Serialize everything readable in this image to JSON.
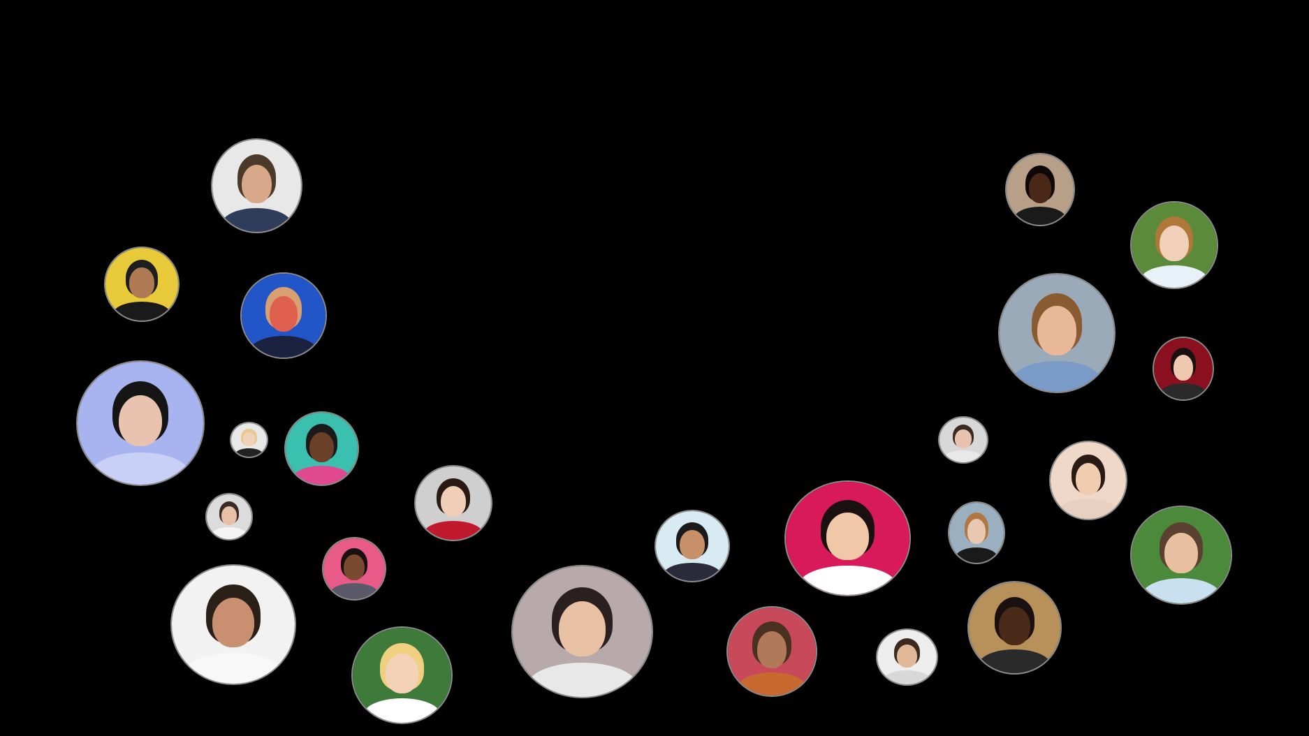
{
  "avatars": [
    {
      "name": "avatar-1",
      "bg": "#e8e8e8",
      "skin": "#d9a88a",
      "hair": "#4a3a2a",
      "shirt": "#2f3c5a"
    },
    {
      "name": "avatar-2",
      "bg": "#e7c93a",
      "skin": "#b07a55",
      "hair": "#1e1e1e",
      "shirt": "#1a1a1a"
    },
    {
      "name": "avatar-3",
      "bg": "#2255c8",
      "skin": "#e06050",
      "hair": "#d8a070",
      "shirt": "#1a2240"
    },
    {
      "name": "avatar-4",
      "bg": "#a8b4f0",
      "skin": "#e9c3b0",
      "hair": "#151515",
      "shirt": "#c8d0f8"
    },
    {
      "name": "avatar-5",
      "bg": "#e8e8e8",
      "skin": "#f0d2b8",
      "hair": "#e8c890",
      "shirt": "#222222"
    },
    {
      "name": "avatar-6",
      "bg": "#3bc0b0",
      "skin": "#6a4028",
      "hair": "#1a1a1a",
      "shirt": "#e04890"
    },
    {
      "name": "avatar-7",
      "bg": "#dcdcdc",
      "skin": "#e8c0a8",
      "hair": "#3a2a22",
      "shirt": "#f4f4f4"
    },
    {
      "name": "avatar-8",
      "bg": "#cfcfcf",
      "skin": "#f0cfb8",
      "hair": "#2a1a14",
      "shirt": "#c0182c"
    },
    {
      "name": "avatar-9",
      "bg": "#e85a88",
      "skin": "#7a4a30",
      "hair": "#1a1010",
      "shirt": "#5a5a6a"
    },
    {
      "name": "avatar-10",
      "bg": "#f2f2f2",
      "skin": "#c89070",
      "hair": "#2a2018",
      "shirt": "#f8f8f8"
    },
    {
      "name": "avatar-11",
      "bg": "#3e7a3a",
      "skin": "#f4d2b8",
      "hair": "#f0d080",
      "shirt": "#ffffff"
    },
    {
      "name": "avatar-12",
      "bg": "#b8aaaa",
      "skin": "#e8c0a4",
      "hair": "#2a2020",
      "shirt": "#e8e8e8"
    },
    {
      "name": "avatar-13",
      "bg": "#d8eaf2",
      "skin": "#c89068",
      "hair": "#1a1a1a",
      "shirt": "#2a2a3a"
    },
    {
      "name": "avatar-14",
      "bg": "#c84a5a",
      "skin": "#b07a5a",
      "hair": "#4a3020",
      "shirt": "#c86a30"
    },
    {
      "name": "avatar-15",
      "bg": "#d81a5a",
      "skin": "#f0c8a8",
      "hair": "#1a1010",
      "shirt": "#ffffff"
    },
    {
      "name": "avatar-16",
      "bg": "#eeeeee",
      "skin": "#e0b898",
      "hair": "#3a2a20",
      "shirt": "#d8d8d8"
    },
    {
      "name": "avatar-17",
      "bg": "#b8905a",
      "skin": "#4a2a18",
      "hair": "#1a1010",
      "shirt": "#2a2a2a"
    },
    {
      "name": "avatar-18",
      "bg": "#9ab0c0",
      "skin": "#e8c8b0",
      "hair": "#b07840",
      "shirt": "#1a1a1a"
    },
    {
      "name": "avatar-19",
      "bg": "#d8d8d8",
      "skin": "#e8c4b0",
      "hair": "#3a2a20",
      "shirt": "#e8e8e8"
    },
    {
      "name": "avatar-20",
      "bg": "#f0d8c8",
      "skin": "#f0ccb0",
      "hair": "#2a1a14",
      "shirt": "#e8d0c0"
    },
    {
      "name": "avatar-21",
      "bg": "#4a8a3a",
      "skin": "#e8c0a0",
      "hair": "#5a4030",
      "shirt": "#c8e0f0"
    },
    {
      "name": "avatar-22",
      "bg": "#b8a088",
      "skin": "#4a2818",
      "hair": "#0e0808",
      "shirt": "#1a1a1a"
    },
    {
      "name": "avatar-23",
      "bg": "#9aaab8",
      "skin": "#e8b898",
      "hair": "#8a5a30",
      "shirt": "#7a9ac8"
    },
    {
      "name": "avatar-24",
      "bg": "#8a1020",
      "skin": "#f0c8b0",
      "hair": "#1a1010",
      "shirt": "#2a2a2a"
    },
    {
      "name": "avatar-25",
      "bg": "#5a8a3a",
      "skin": "#f0d0b8",
      "hair": "#b07838",
      "shirt": "#e8f0f8"
    },
    {
      "name": "avatar-26",
      "bg": "#d8d0c8",
      "skin": "#6a3a20",
      "hair": "#111111",
      "shirt": "#d87830"
    }
  ]
}
